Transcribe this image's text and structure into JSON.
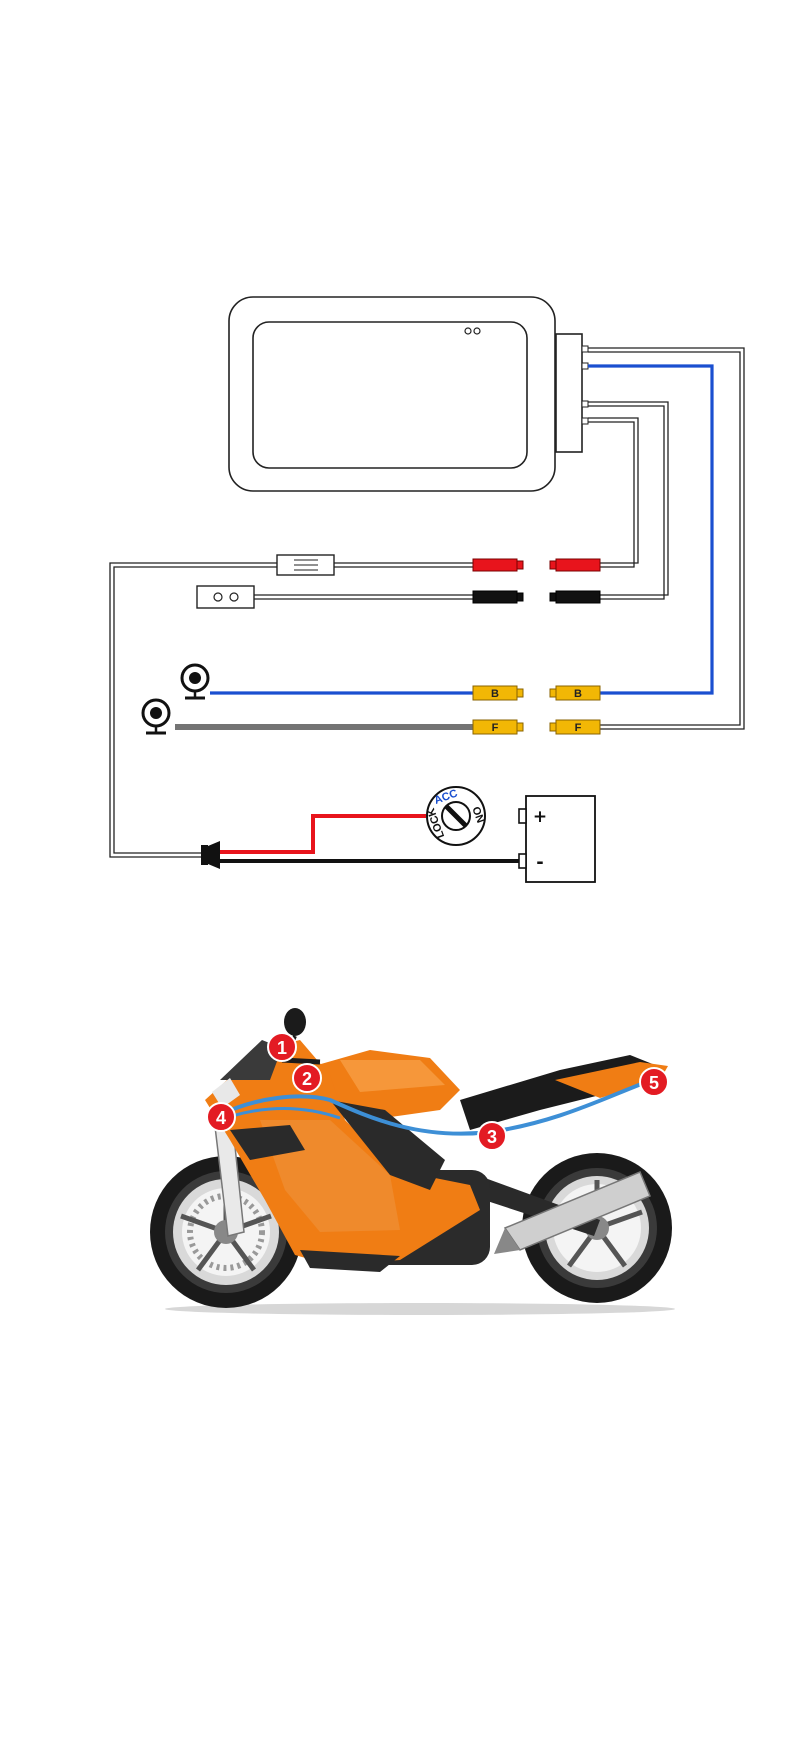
{
  "connectors": {
    "rear_camera_label": "B",
    "front_camera_label": "F"
  },
  "battery": {
    "positive_symbol": "+",
    "negative_symbol": "-"
  },
  "ignition_switch": {
    "acc_label": "ACC",
    "on_label": "ON",
    "lock_label": "LOCK"
  },
  "install_points": [
    "1",
    "2",
    "3",
    "4",
    "5"
  ],
  "colors": {
    "wire_power": "#e8141c",
    "wire_ground": "#111111",
    "wire_camera": "#1a4fd0",
    "connector_yellow": "#f2b705",
    "marker_red": "#e31b23",
    "bike_orange": "#f07d14",
    "text_blue": "#1a4fd0"
  },
  "icons": {
    "dvr_unit": "dvr-recorder-icon",
    "remote": "remote-key-icon",
    "fuse": "inline-fuse-icon",
    "rear_camera": "rear-camera-icon",
    "front_camera": "front-camera-icon",
    "battery": "battery-icon",
    "ignition": "ignition-switch-icon",
    "bike": "motorcycle-icon"
  }
}
